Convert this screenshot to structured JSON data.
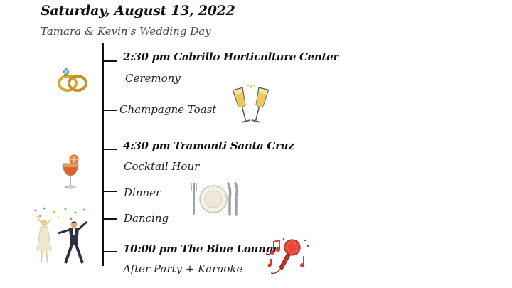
{
  "header": {
    "date": "Saturday, August 13, 2022",
    "subtitle": "Tamara & Kevin's Wedding Day"
  },
  "schedule": [
    {
      "time": "2:30 pm",
      "venue": "Cabrillo Horticulture Center",
      "event": "Ceremony"
    },
    {
      "event": "Champagne Toast"
    },
    {
      "time": "4:30 pm",
      "venue": "Tramonti Santa Cruz",
      "event": "Cocktail Hour"
    },
    {
      "event": "Dinner"
    },
    {
      "event": "Dancing"
    },
    {
      "time": "10:00 pm",
      "venue": "The Blue Lounge",
      "event": "After Party + Karaoke"
    }
  ],
  "icons": [
    "wedding-rings-icon",
    "champagne-glasses-icon",
    "cocktail-icon",
    "dinner-plate-icon",
    "dancing-couple-icon",
    "karaoke-microphone-icon"
  ],
  "colors": {
    "text": "#111111",
    "gold": "#d9a830",
    "cocktail": "#e2602a",
    "mic": "#d93a2b"
  }
}
